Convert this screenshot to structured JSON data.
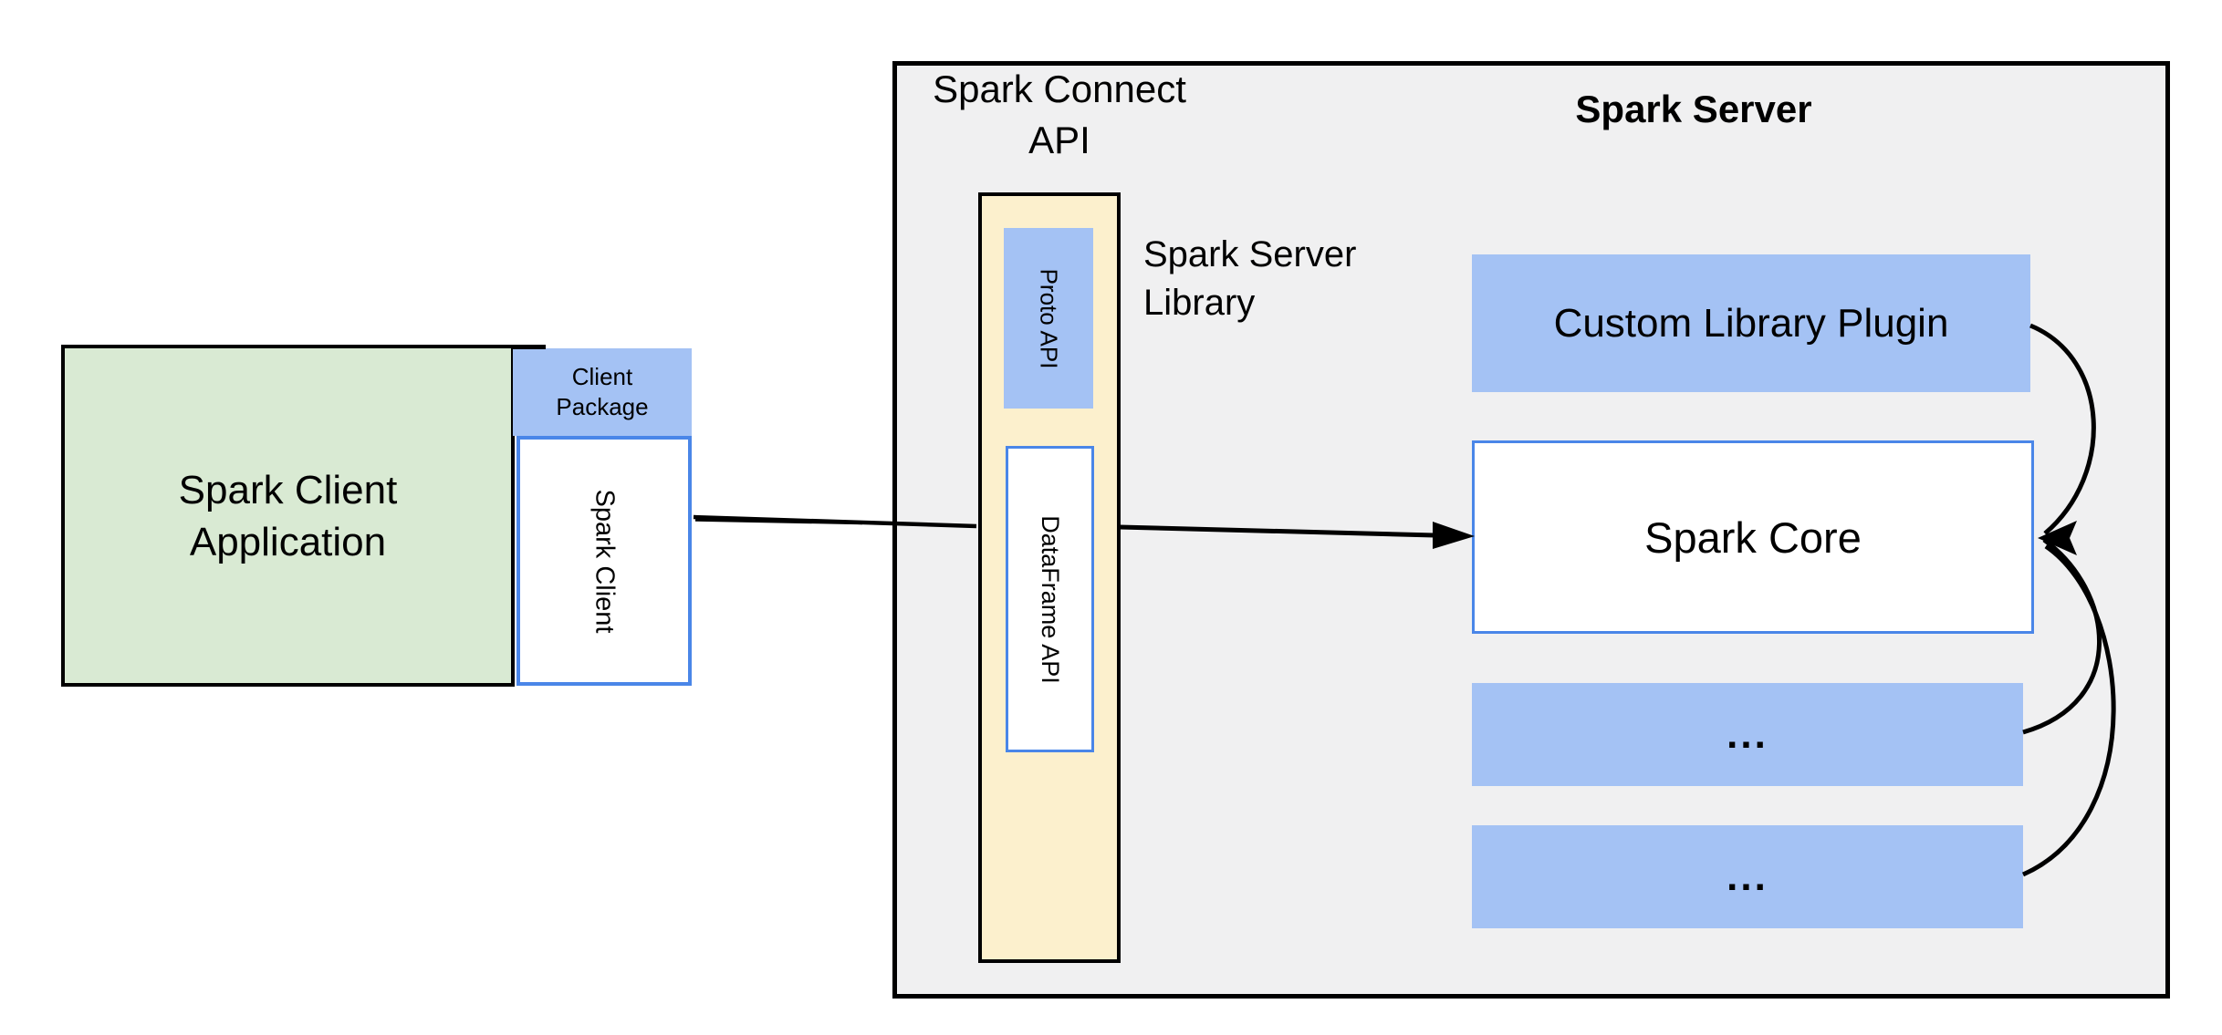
{
  "client": {
    "app_lines": [
      "Spark Client",
      "Application"
    ],
    "package_lines": [
      "Client",
      "Package"
    ],
    "client_label": "Spark Client"
  },
  "connect": {
    "title_lines": [
      "Spark Connect",
      "API"
    ],
    "proto_label": "Proto  API",
    "dataframe_label": "DataFrame API",
    "library_lines": [
      "Spark Server",
      "Library"
    ]
  },
  "server": {
    "title": "Spark Server",
    "plugin_label": "Custom Library Plugin",
    "core_label": "Spark Core",
    "ellipsis_1": "...",
    "ellipsis_2": "..."
  },
  "colors": {
    "green": "#d9ead3",
    "blue-fill": "#a4c2f4",
    "blue-border": "#4a86e8",
    "cream": "#fcf0cd",
    "gray": "#f0f0f1",
    "ink": "#000000"
  }
}
